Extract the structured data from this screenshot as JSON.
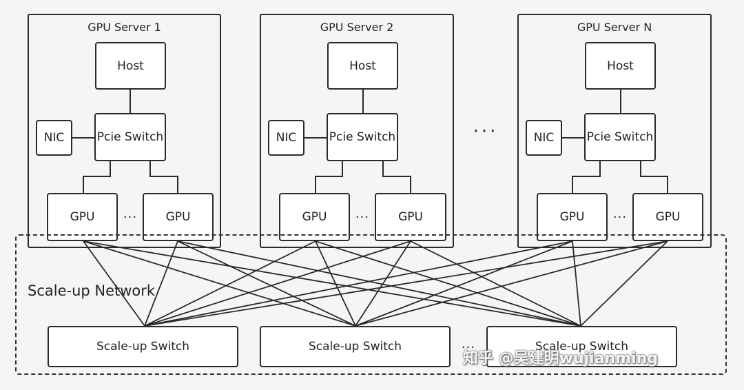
{
  "servers": [
    {
      "title": "GPU Server 1",
      "host": "Host",
      "pcie": "Pcie Switch",
      "nic": "NIC",
      "gpu_a": "GPU",
      "gpu_b": "GPU",
      "dots": "···"
    },
    {
      "title": "GPU Server 2",
      "host": "Host",
      "pcie": "Pcie Switch",
      "nic": "NIC",
      "gpu_a": "GPU",
      "gpu_b": "GPU",
      "dots": "···"
    },
    {
      "title": "GPU Server N",
      "host": "Host",
      "pcie": "Pcie Switch",
      "nic": "NIC",
      "gpu_a": "GPU",
      "gpu_b": "GPU",
      "dots": "···"
    }
  ],
  "server_gap_dots": "···",
  "network_label": "Scale-up Network",
  "switches": [
    {
      "label": "Scale-up Switch"
    },
    {
      "label": "Scale-up Switch"
    },
    {
      "label": "Scale-up Switch"
    }
  ],
  "switch_gap_dots": "···",
  "watermark": "知乎 @吴建明wujianming",
  "colors": {
    "stroke": "#2a2a2a",
    "background": "#f4f5f7",
    "box_fill": "#ffffff"
  }
}
